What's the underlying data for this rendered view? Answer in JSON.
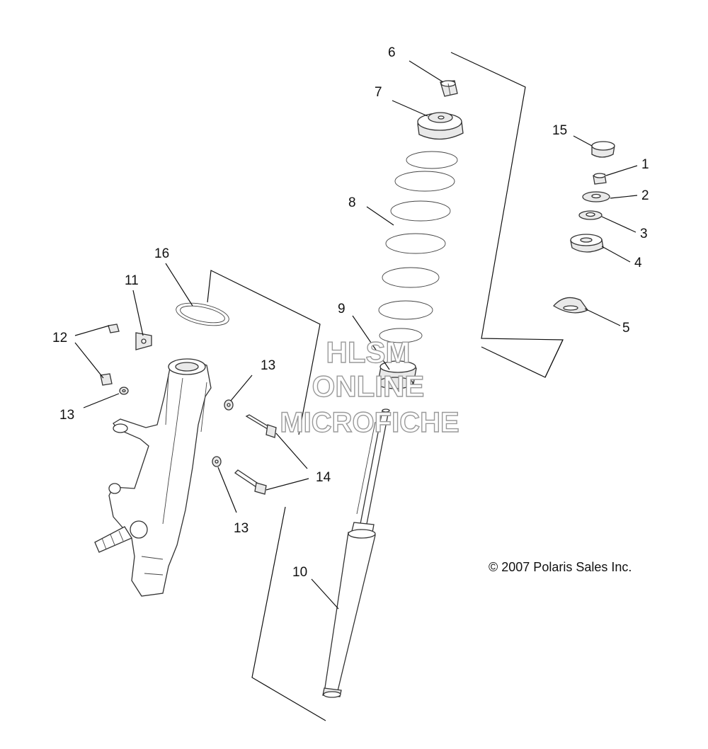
{
  "diagram": {
    "callouts": [
      {
        "id": "c6",
        "label": "6"
      },
      {
        "id": "c7",
        "label": "7"
      },
      {
        "id": "c8",
        "label": "8"
      },
      {
        "id": "c9",
        "label": "9"
      },
      {
        "id": "c10",
        "label": "10"
      },
      {
        "id": "c15",
        "label": "15"
      },
      {
        "id": "c1",
        "label": "1"
      },
      {
        "id": "c2",
        "label": "2"
      },
      {
        "id": "c3",
        "label": "3"
      },
      {
        "id": "c4",
        "label": "4"
      },
      {
        "id": "c5",
        "label": "5"
      },
      {
        "id": "c16",
        "label": "16"
      },
      {
        "id": "c11",
        "label": "11"
      },
      {
        "id": "c12",
        "label": "12"
      },
      {
        "id": "c13a",
        "label": "13"
      },
      {
        "id": "c13b",
        "label": "13"
      },
      {
        "id": "c13c",
        "label": "13"
      },
      {
        "id": "c14",
        "label": "14"
      }
    ],
    "copyright": "© 2007 Polaris Sales Inc.",
    "watermark": {
      "line1": "HLSM",
      "line2": "ONLINE",
      "line3": "MICROFICHE"
    }
  }
}
